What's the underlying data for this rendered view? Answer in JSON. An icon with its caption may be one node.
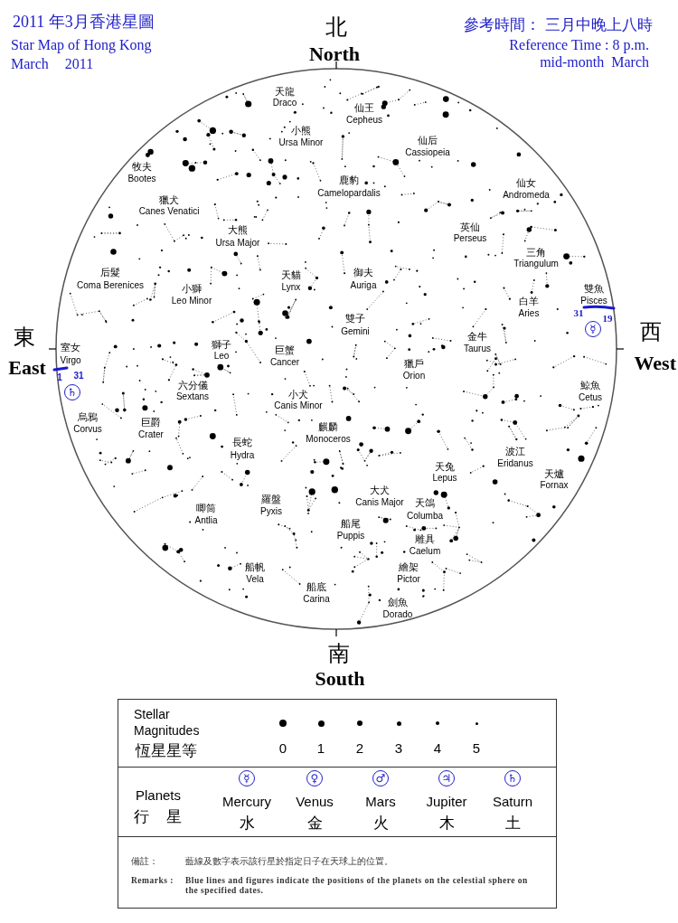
{
  "diagram": {
    "title": "2011 年3月香港星圖",
    "labels": [
      "Star Map of Hong Kong",
      "March 2011",
      "參考時間： 三月中晚上八時",
      "Reference Time : 8 p.m.",
      "mid-month March",
      "北",
      "North",
      "東",
      "East",
      "西",
      "West",
      "南",
      "South",
      "天龍",
      "Draco",
      "仙王",
      "Cepheus",
      "小熊",
      "Ursa Minor",
      "仙后",
      "Cassiopeia",
      "牧夫",
      "Bootes",
      "鹿豹",
      "Camelopardalis",
      "仙女",
      "Andromeda",
      "獵犬",
      "Canes Venatici",
      "英仙",
      "Perseus",
      "大熊",
      "Ursa Major",
      "三角",
      "Triangulum",
      "后髮",
      "Coma Berenices",
      "天貓",
      "Lynx",
      "御夫",
      "Auriga",
      "小獅",
      "Leo Minor",
      "雙魚",
      "Pisces",
      "白羊",
      "Aries",
      "雙子",
      "Gemini",
      "金牛",
      "Taurus",
      "獅子",
      "Leo",
      "室女",
      "Virgo",
      "巨蟹",
      "Cancer",
      "獵戶",
      "Orion",
      "鯨魚",
      "Cetus",
      "六分儀",
      "Sextans",
      "小犬",
      "Canis Minor",
      "烏鴉",
      "Corvus",
      "巨爵",
      "Crater",
      "麒麟",
      "Monoceros",
      "長蛇",
      "Hydra",
      "波江",
      "Eridanus",
      "天兔",
      "Lepus",
      "天爐",
      "Fornax",
      "大犬",
      "Canis Major",
      "羅盤",
      "Pyxis",
      "天鴿",
      "Columba",
      "唧筒",
      "Antlia",
      "船尾",
      "Puppis",
      "雕具",
      "Caelum",
      "船帆",
      "Vela",
      "繪架",
      "Pictor",
      "船底",
      "Carina",
      "劍魚",
      "Dorado",
      "31",
      "19",
      "☿",
      "1",
      "31",
      "♄",
      "Stellar Magnitudes",
      "恆星星等",
      "Planets",
      "行 星",
      "☿",
      "Mercury",
      "水",
      "♀",
      "Venus",
      "金",
      "♂",
      "Mars",
      "火",
      "♃",
      "Jupiter",
      "木",
      "♄",
      "Saturn",
      "土",
      "備註：",
      "藍線及數字表示該行星於指定日子在天球上的位置。",
      "Remarks :",
      "Blue lines and figures indicate the positions of the planets on the celestial sphere on the specified dates."
    ],
    "legend": [
      {
        "text": "0"
      },
      {
        "text": "1"
      },
      {
        "text": "2"
      },
      {
        "text": "3"
      },
      {
        "text": "4"
      },
      {
        "text": "5"
      }
    ]
  }
}
